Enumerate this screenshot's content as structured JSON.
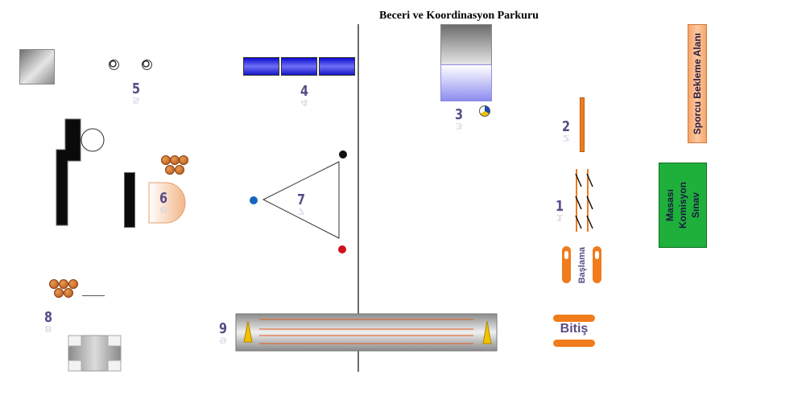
{
  "title": "Beceri ve Koordinasyon Parkuru",
  "stations": {
    "s1": "1",
    "s2": "2",
    "s3": "3",
    "s4": "4",
    "s5": "5",
    "s6": "6",
    "s7": "7",
    "s8": "8",
    "s9": "9"
  },
  "labels": {
    "baslama": "Başlama",
    "bitis": "Bitiş",
    "waiting_area": "Sporcu Bekleme Alanı",
    "committee_lines": [
      "Sınav",
      "Komisyon",
      "Masası"
    ]
  },
  "colors": {
    "station_number": "#5a4a86",
    "orange": "#f07c1c",
    "committee_green": "#1fb03c",
    "waiting_orange": "#f6a56a",
    "blue_block": "#0a0ad0",
    "blue_cone": "#1565c0",
    "red_cone": "#d0101a"
  },
  "icons": [
    "soccer-ball-icon",
    "basketball-icon",
    "volleyball-icon",
    "cone-icon",
    "hurdle-icon"
  ]
}
